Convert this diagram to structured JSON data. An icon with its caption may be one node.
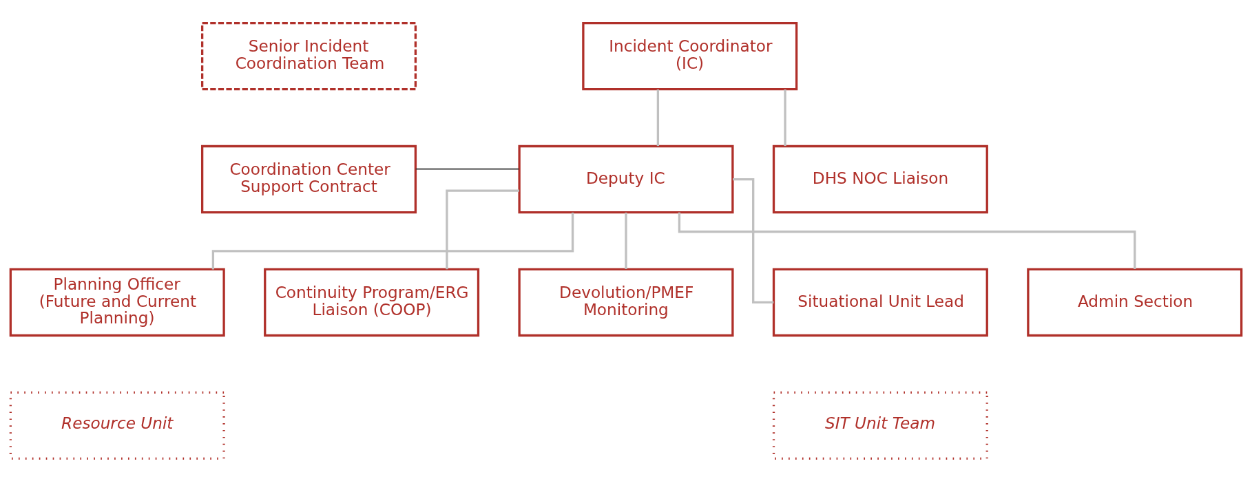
{
  "diagram": {
    "nodes": [
      {
        "text": [
          "Senior Incident Coordination Team"
        ]
      },
      {
        "text": [
          "Incident Coordinator (IC)"
        ]
      },
      {
        "text": [
          "Coordination Center Support Contract"
        ]
      },
      {
        "text": [
          "Deputy IC"
        ]
      },
      {
        "text": [
          "DHS NOC Liaison"
        ]
      },
      {
        "text": [
          "Planning Officer (Future and Current Planning)"
        ]
      },
      {
        "text": [
          "Continuity Program/ERG Liaison (COOP)"
        ]
      },
      {
        "text": [
          "Devolution/PMEF Monitoring"
        ]
      },
      {
        "text": [
          "Situational Unit Lead"
        ]
      },
      {
        "text": [
          "Admin Section"
        ]
      },
      {
        "text": [
          "Resource Unit"
        ]
      },
      {
        "text": [
          "SIT Unit Team"
        ]
      }
    ],
    "edges": [
      {
        "from": 1,
        "to": 3,
        "arrow": "none"
      },
      {
        "from": 1,
        "to": 4,
        "arrow": "none"
      },
      {
        "from": 2,
        "to": 3,
        "arrow": "none",
        "color": "#333333"
      },
      {
        "from": 3,
        "to": 5,
        "arrow": "none"
      },
      {
        "from": 3,
        "to": 6,
        "arrow": "none"
      },
      {
        "from": 3,
        "to": 7,
        "arrow": "none"
      },
      {
        "from": 3,
        "to": 8,
        "arrow": "none"
      },
      {
        "from": 3,
        "to": 9,
        "arrow": "none"
      }
    ]
  }
}
